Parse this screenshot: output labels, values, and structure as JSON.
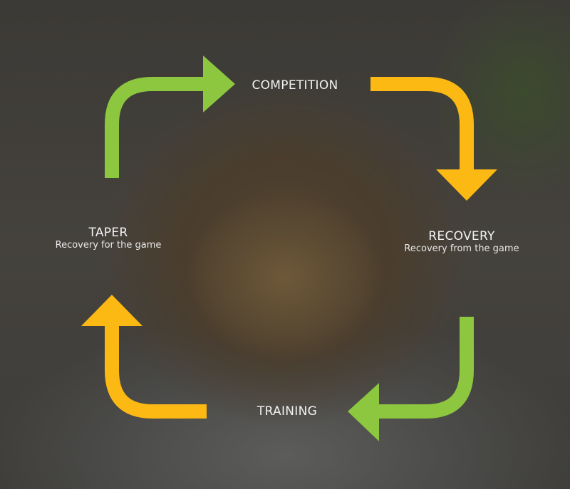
{
  "stages": {
    "competition": {
      "title": "COMPETITION"
    },
    "recovery": {
      "title": "RECOVERY",
      "subtitle": "Recovery from the game"
    },
    "training": {
      "title": "TRAINING"
    },
    "taper": {
      "title": "TAPER",
      "subtitle": "Recovery for the game"
    }
  },
  "colors": {
    "green": "#8dc63f",
    "yellow": "#fdb913"
  }
}
